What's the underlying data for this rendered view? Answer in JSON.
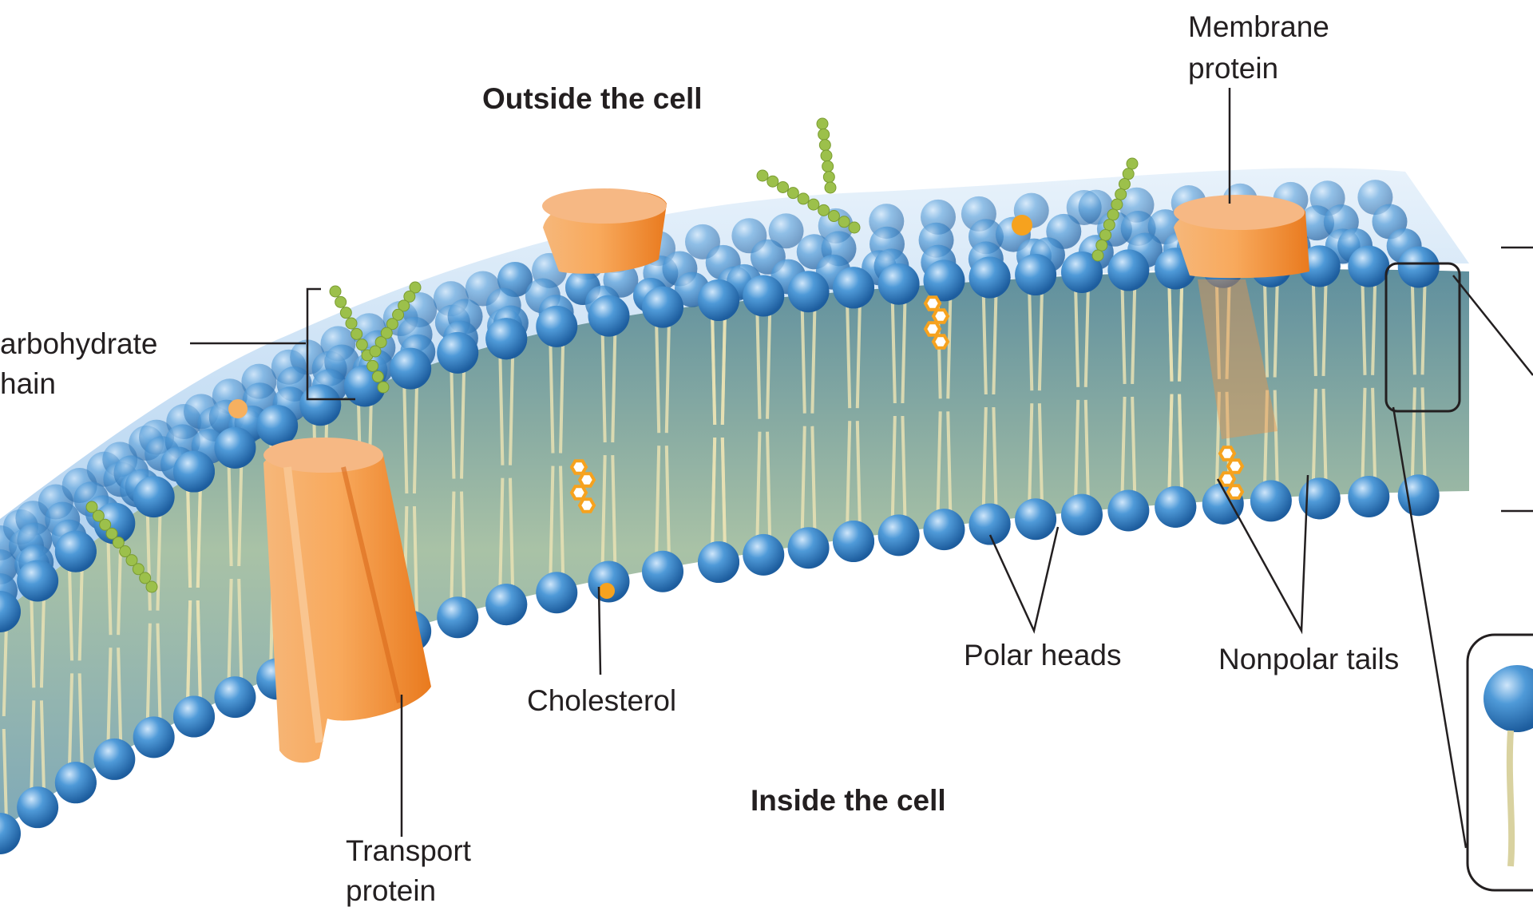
{
  "labels": {
    "outside": "Outside the cell",
    "inside": "Inside the cell",
    "membrane_protein": [
      "Membrane",
      "protein"
    ],
    "carbohydrate_chain": [
      "arbohydrate",
      "hain"
    ],
    "transport_protein": [
      "Transport",
      "protein"
    ],
    "cholesterol": "Cholesterol",
    "polar_heads": "Polar heads",
    "nonpolar_tails": "Nonpolar tails"
  },
  "colors": {
    "head": "#3f8fce",
    "tail": "#e9e2b4",
    "protein": "#f29a4a",
    "carbohydrate": "#9cc04b",
    "cholesterol": "#f6a21e",
    "leader": "#231f20"
  },
  "icons": [
    "phospholipid-head-icon",
    "cholesterol-ring-icon",
    "carbohydrate-chain-icon",
    "protein-channel-icon"
  ]
}
